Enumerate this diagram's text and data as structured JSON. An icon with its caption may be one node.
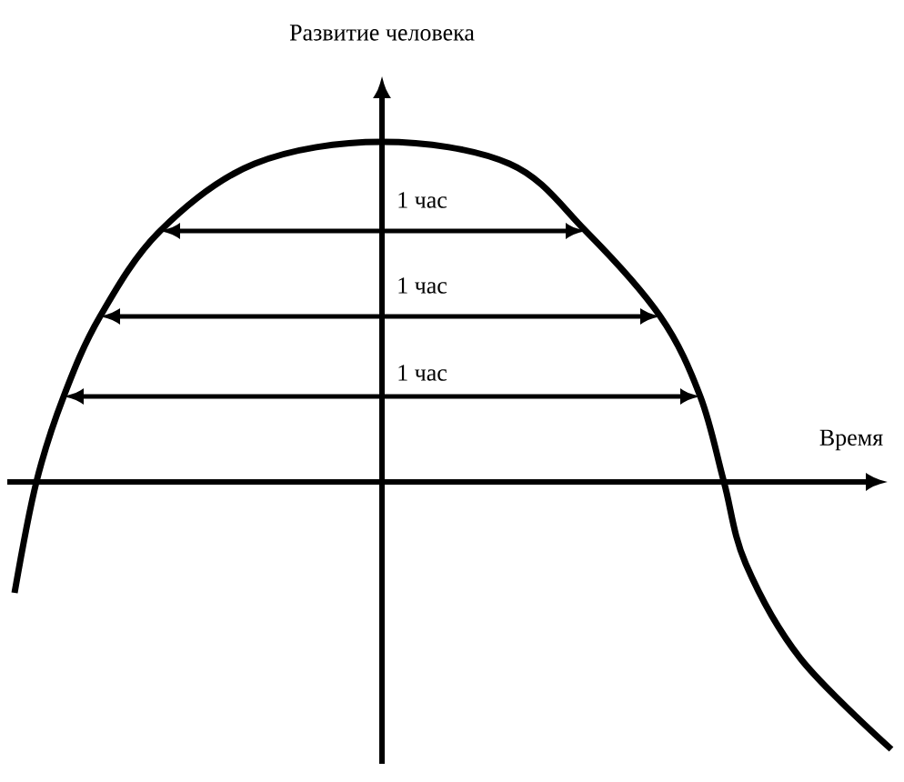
{
  "diagram": {
    "labels": [
      "Развитие человека",
      "1 час",
      "1 час",
      "1 час",
      "Время"
    ]
  }
}
